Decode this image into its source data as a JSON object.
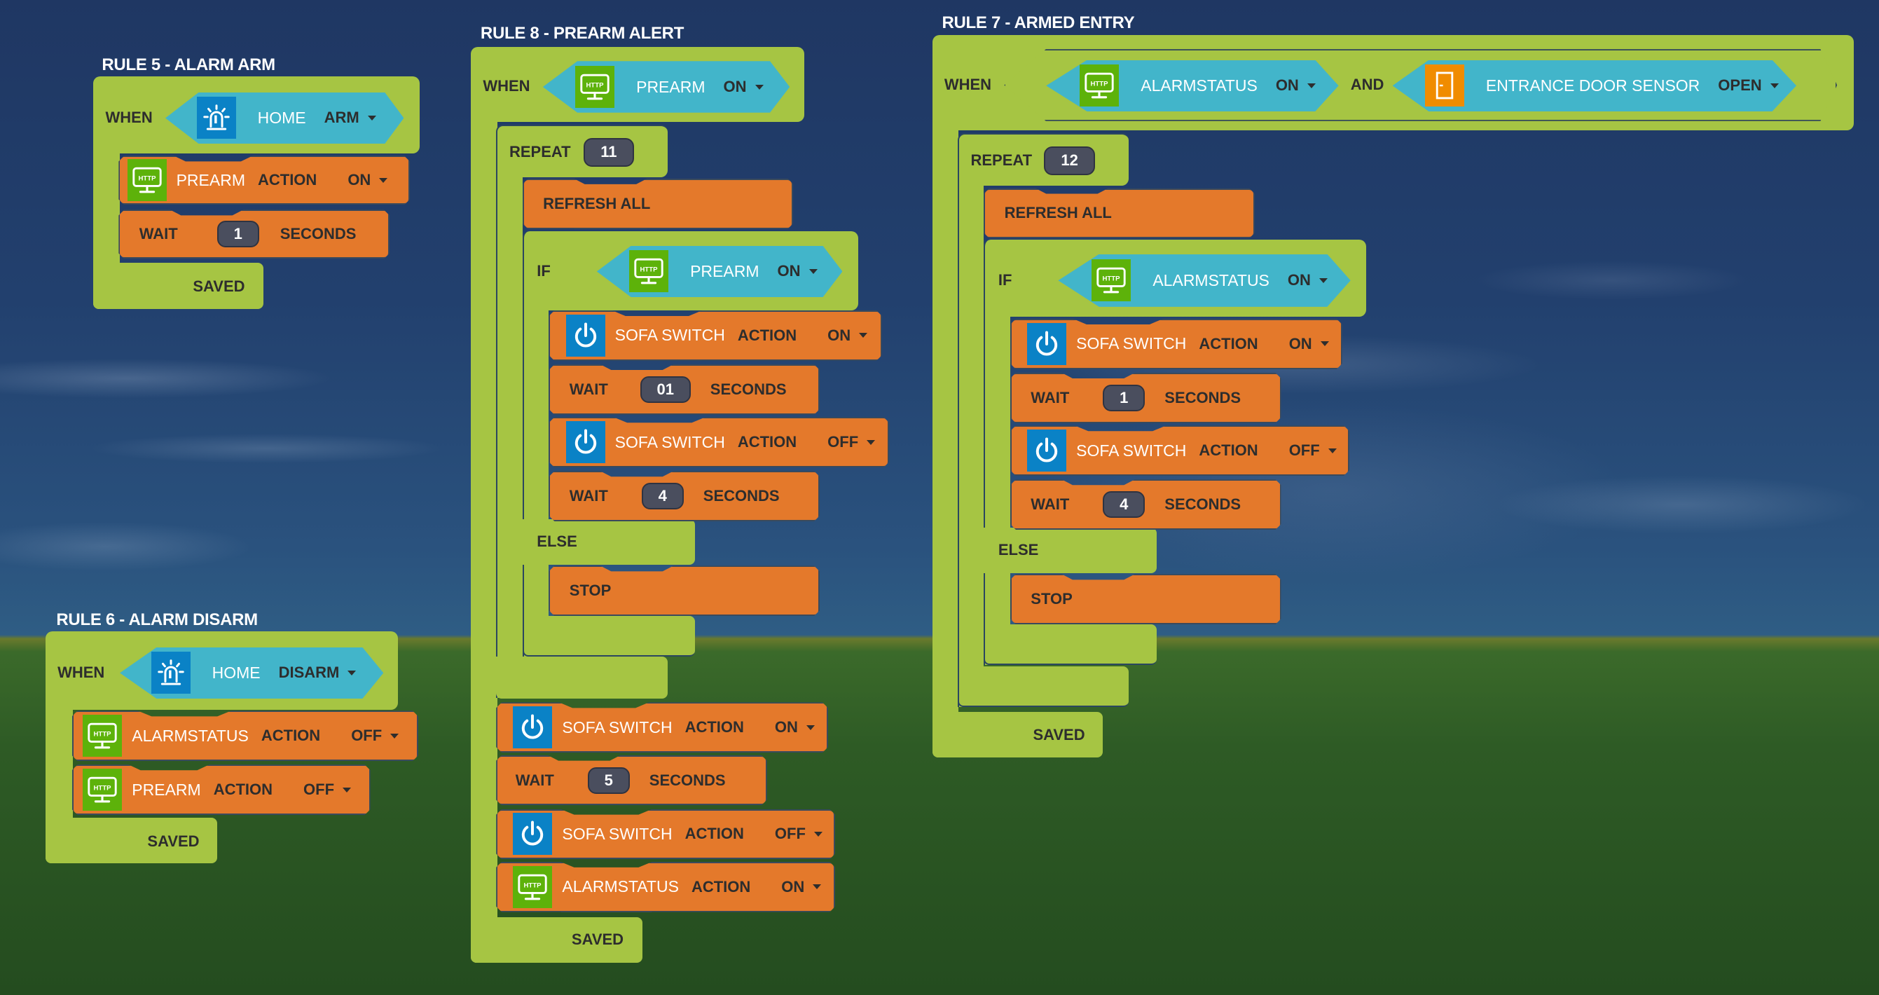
{
  "rules": {
    "r5": {
      "title": "RULE 5 - ALARM ARM",
      "when_label": "WHEN",
      "trigger": {
        "icon": "alarm-siren-icon",
        "device": "HOME",
        "state": "ARM"
      },
      "actions": [
        {
          "type": "action",
          "icon": "http-monitor-icon",
          "device": "PREARM",
          "action_label": "ACTION",
          "value": "ON"
        },
        {
          "type": "wait",
          "wait_label": "WAIT",
          "value": "1",
          "unit": "SECONDS"
        }
      ],
      "status": "SAVED"
    },
    "r6": {
      "title": "RULE 6 - ALARM DISARM",
      "when_label": "WHEN",
      "trigger": {
        "icon": "alarm-siren-icon",
        "device": "HOME",
        "state": "DISARM"
      },
      "actions": [
        {
          "type": "action",
          "icon": "http-monitor-icon",
          "device": "ALARMSTATUS",
          "action_label": "ACTION",
          "value": "OFF"
        },
        {
          "type": "action",
          "icon": "http-monitor-icon",
          "device": "PREARM",
          "action_label": "ACTION",
          "value": "OFF"
        }
      ],
      "status": "SAVED"
    },
    "r8": {
      "title": "RULE 8 - PREARM ALERT",
      "when_label": "WHEN",
      "trigger": {
        "icon": "http-monitor-icon",
        "device": "PREARM",
        "state": "ON"
      },
      "repeat_label": "REPEAT",
      "repeat_count": "11",
      "refresh_label": "REFRESH ALL",
      "if_label": "IF",
      "if_condition": {
        "icon": "http-monitor-icon",
        "device": "PREARM",
        "state": "ON"
      },
      "then": [
        {
          "type": "action",
          "icon": "power-icon",
          "device": "SOFA SWITCH",
          "action_label": "ACTION",
          "value": "ON"
        },
        {
          "type": "wait",
          "wait_label": "WAIT",
          "value": "01",
          "unit": "SECONDS"
        },
        {
          "type": "action",
          "icon": "power-icon",
          "device": "SOFA SWITCH",
          "action_label": "ACTION",
          "value": "OFF"
        },
        {
          "type": "wait",
          "wait_label": "WAIT",
          "value": "4",
          "unit": "SECONDS"
        }
      ],
      "else_label": "ELSE",
      "else": [
        {
          "type": "stop",
          "label": "STOP"
        }
      ],
      "after": [
        {
          "type": "action",
          "icon": "power-icon",
          "device": "SOFA SWITCH",
          "action_label": "ACTION",
          "value": "ON"
        },
        {
          "type": "wait",
          "wait_label": "WAIT",
          "value": "5",
          "unit": "SECONDS"
        },
        {
          "type": "action",
          "icon": "power-icon",
          "device": "SOFA SWITCH",
          "action_label": "ACTION",
          "value": "OFF"
        },
        {
          "type": "action",
          "icon": "http-monitor-icon",
          "device": "ALARMSTATUS",
          "action_label": "ACTION",
          "value": "ON"
        }
      ],
      "status": "SAVED"
    },
    "r7": {
      "title": "RULE 7 - ARMED ENTRY",
      "when_label": "WHEN",
      "trigger_a": {
        "icon": "http-monitor-icon",
        "device": "ALARMSTATUS",
        "state": "ON"
      },
      "and_label": "AND",
      "trigger_b": {
        "icon": "door-icon",
        "device": "ENTRANCE DOOR SENSOR",
        "state": "OPEN"
      },
      "repeat_label": "REPEAT",
      "repeat_count": "12",
      "refresh_label": "REFRESH ALL",
      "if_label": "IF",
      "if_condition": {
        "icon": "http-monitor-icon",
        "device": "ALARMSTATUS",
        "state": "ON"
      },
      "then": [
        {
          "type": "action",
          "icon": "power-icon",
          "device": "SOFA SWITCH",
          "action_label": "ACTION",
          "value": "ON"
        },
        {
          "type": "wait",
          "wait_label": "WAIT",
          "value": "1",
          "unit": "SECONDS"
        },
        {
          "type": "action",
          "icon": "power-icon",
          "device": "SOFA SWITCH",
          "action_label": "ACTION",
          "value": "OFF"
        },
        {
          "type": "wait",
          "wait_label": "WAIT",
          "value": "4",
          "unit": "SECONDS"
        }
      ],
      "else_label": "ELSE",
      "else": [
        {
          "type": "stop",
          "label": "STOP"
        }
      ],
      "status": "SAVED"
    }
  },
  "colors": {
    "rule_block": "#a6c543",
    "action_block": "#e4792b",
    "condition_block": "#42b5ca",
    "number_pill": "#4a4e5e",
    "icon_power": "#0a82c6",
    "icon_http": "#5db20a",
    "icon_door": "#f08c00"
  }
}
